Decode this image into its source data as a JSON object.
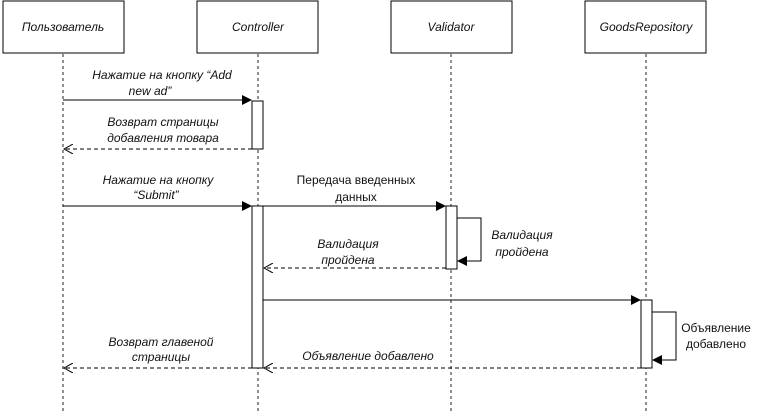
{
  "participants": [
    {
      "id": "user",
      "label": "Пользователь"
    },
    {
      "id": "controller",
      "label": "Controller"
    },
    {
      "id": "validator",
      "label": "Validator"
    },
    {
      "id": "goods",
      "label": "GoodsRepository"
    }
  ],
  "messages": [
    {
      "id": "m1",
      "lines": [
        "Нажатие на кнопку “Add",
        "new ad”"
      ],
      "style": "solid",
      "italic": true
    },
    {
      "id": "m2",
      "lines": [
        "Возврат страницы",
        "добавления товара"
      ],
      "style": "dashed",
      "italic": true
    },
    {
      "id": "m3",
      "lines": [
        "Нажатие на кнопку",
        "“Submit”"
      ],
      "style": "solid",
      "italic": true
    },
    {
      "id": "m4",
      "lines": [
        "Передача введенных",
        "данных"
      ],
      "style": "solid",
      "italic": false
    },
    {
      "id": "m5",
      "lines": [
        "Валидация",
        "пройдена"
      ],
      "style": "self",
      "italic": true
    },
    {
      "id": "m6",
      "lines": [
        "Валидация",
        "пройдена"
      ],
      "style": "dashed",
      "italic": true
    },
    {
      "id": "m7",
      "lines": [],
      "style": "solid",
      "italic": false
    },
    {
      "id": "m8",
      "lines": [
        "Объявление",
        "добавлено"
      ],
      "style": "self",
      "italic": false
    },
    {
      "id": "m9",
      "lines": [
        "Объявление добавлено"
      ],
      "style": "dashed",
      "italic": true
    },
    {
      "id": "m10",
      "lines": [
        "Возврат главеной",
        "страницы"
      ],
      "style": "dashed",
      "italic": true
    }
  ]
}
